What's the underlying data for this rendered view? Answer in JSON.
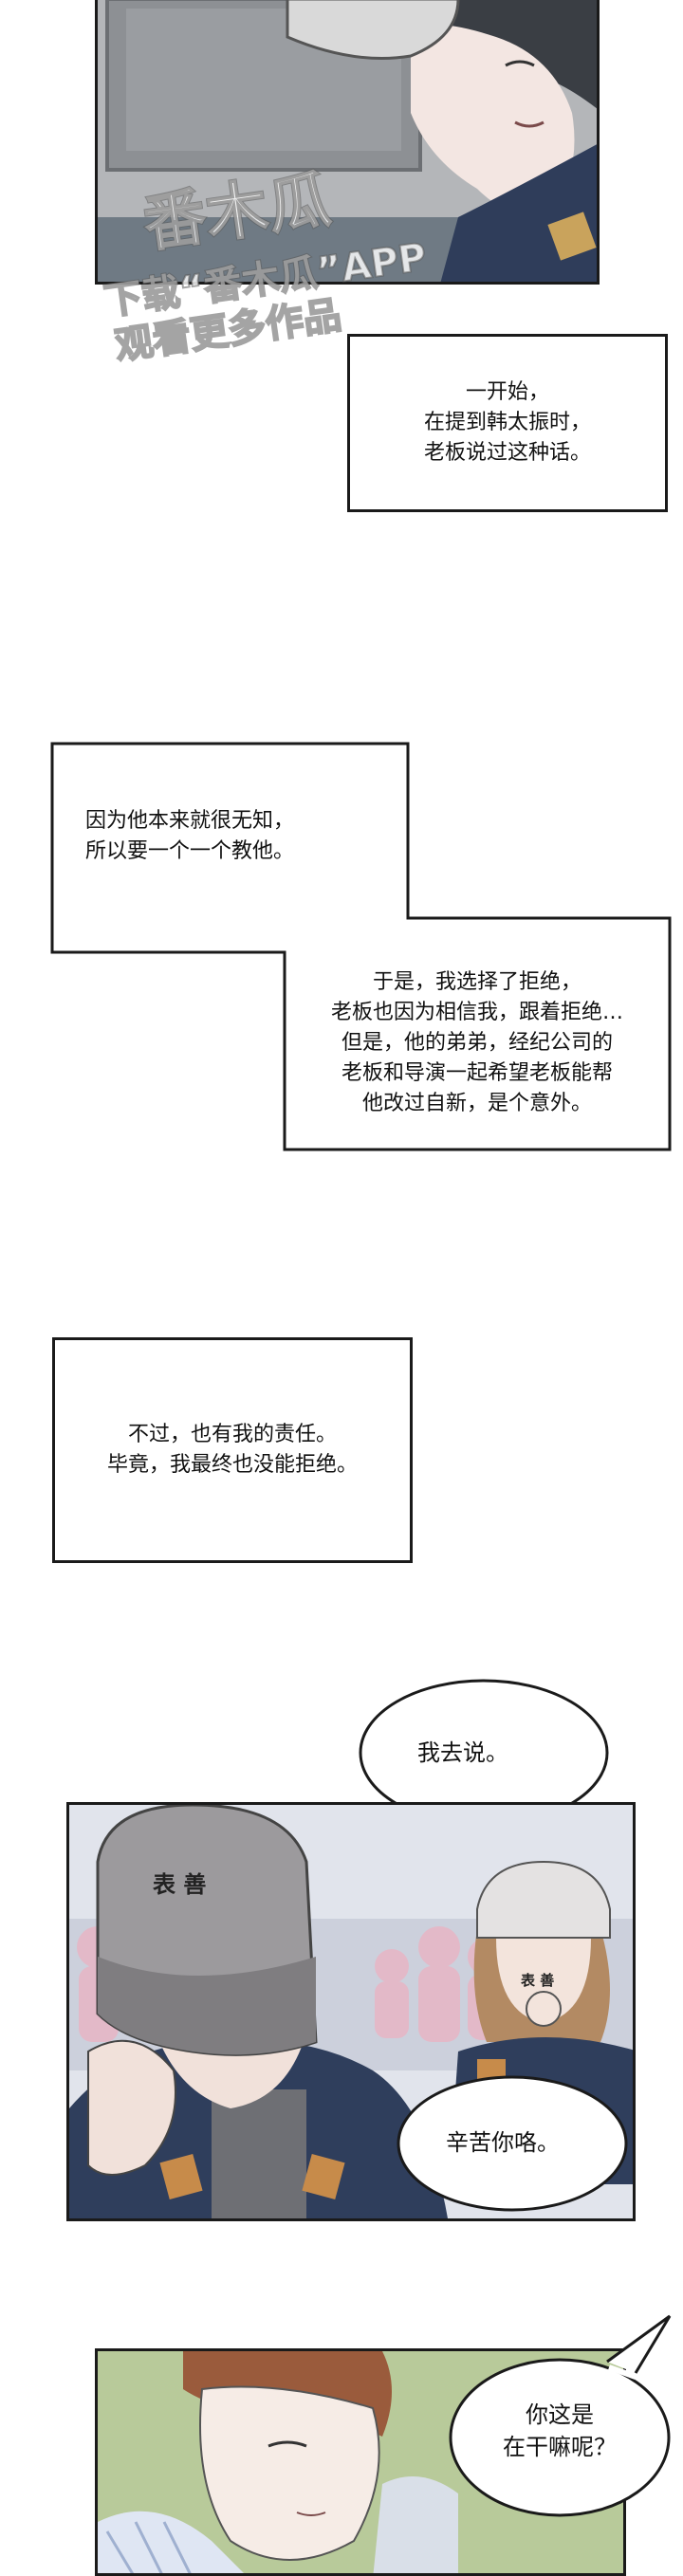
{
  "watermark": {
    "main": "番木瓜",
    "line1": "下载“番木瓜”APP",
    "line2": "观看更多作品"
  },
  "caption1": {
    "lines": [
      "一开始，",
      "在提到韩太振时，",
      "老板说过这种话。"
    ]
  },
  "caption2": {
    "top_lines": [
      "因为他本来就很无知，",
      "所以要一个一个教他。"
    ],
    "bottom_lines": [
      "于是，我选择了拒绝，",
      "老板也因为相信我，跟着拒绝…",
      "但是，他的弟弟，经纪公司的",
      "老板和导演一起希望老板能帮",
      "他改过自新，是个意外。"
    ]
  },
  "caption3": {
    "lines": [
      "不过，也有我的责任。",
      "毕竟，我最终也没能拒绝。"
    ]
  },
  "bubbles": {
    "go": "我去说。",
    "thanks": "辛苦你咯。",
    "what_lines": [
      "你这是",
      "在干嘛呢？"
    ]
  },
  "cap_text": {
    "main": "表 善",
    "small": "表 善"
  }
}
